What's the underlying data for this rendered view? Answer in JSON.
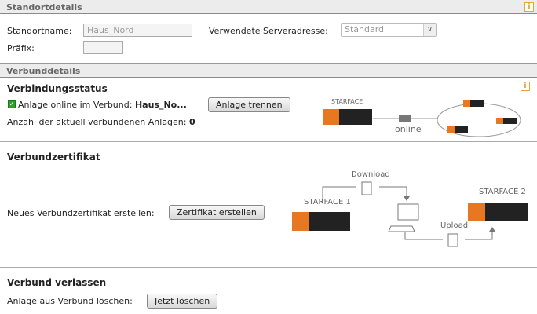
{
  "standort": {
    "header": "Standortdetails",
    "name_label": "Standortname:",
    "name_value": "Haus_Nord",
    "server_label": "Verwendete Serveradresse:",
    "server_value": "Standard",
    "prefix_label": "Präfix:",
    "prefix_value": ""
  },
  "verbund": {
    "header": "Verbunddetails"
  },
  "status": {
    "title": "Verbindungsstatus",
    "online_text": "Anlage online im Verbund:",
    "verbund_name": "Haus_No...",
    "disconnect_button": "Anlage trennen",
    "count_label": "Anzahl der aktuell verbundenen Anlagen:",
    "count_value": "0",
    "diagram_brand": "STARFACE",
    "diagram_online": "online"
  },
  "zertifikat": {
    "title": "Verbundzertifikat",
    "create_label": "Neues Verbundzertifikat erstellen:",
    "create_button": "Zertifikat erstellen",
    "diagram_download": "Download",
    "diagram_upload": "Upload",
    "diagram_sf1": "STARFACE 1",
    "diagram_sf2": "STARFACE 2"
  },
  "leave": {
    "title": "Verbund verlassen",
    "label": "Anlage aus Verbund löschen:",
    "button": "Jetzt löschen"
  },
  "colors": {
    "accent": "#e8a33a",
    "device_orange": "#e87722"
  }
}
